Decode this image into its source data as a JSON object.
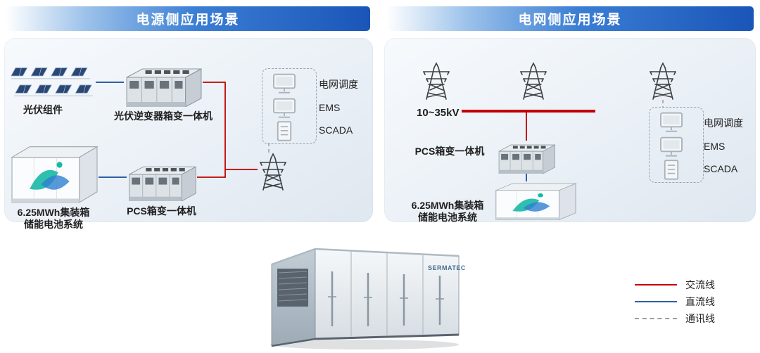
{
  "left_panel": {
    "title": "电源侧应用场景",
    "pv_label": "光伏组件",
    "inverter_label": "光伏逆变器箱变一体机",
    "battery_label_line1": "6.25MWh集装箱",
    "battery_label_line2": "储能电池系统",
    "pcs_label": "PCS箱变一体机",
    "monitors": [
      {
        "label": "电网调度"
      },
      {
        "label": "EMS"
      },
      {
        "label": "SCADA"
      }
    ]
  },
  "right_panel": {
    "title": "电网侧应用场景",
    "voltage_label": "10~35kV",
    "pcs_label": "PCS箱变一体机",
    "battery_label_line1": "6.25MWh集装箱",
    "battery_label_line2": "储能电池系统",
    "monitors": [
      {
        "label": "电网调度"
      },
      {
        "label": "EMS"
      },
      {
        "label": "SCADA"
      }
    ]
  },
  "container": {
    "brand": "SERMATEC"
  },
  "legend": [
    {
      "label": "交流线",
      "color": "#c00000",
      "style": "solid"
    },
    {
      "label": "直流线",
      "color": "#2e5fa3",
      "style": "solid"
    },
    {
      "label": "通讯线",
      "color": "#9e9e9e",
      "style": "dashed"
    }
  ]
}
